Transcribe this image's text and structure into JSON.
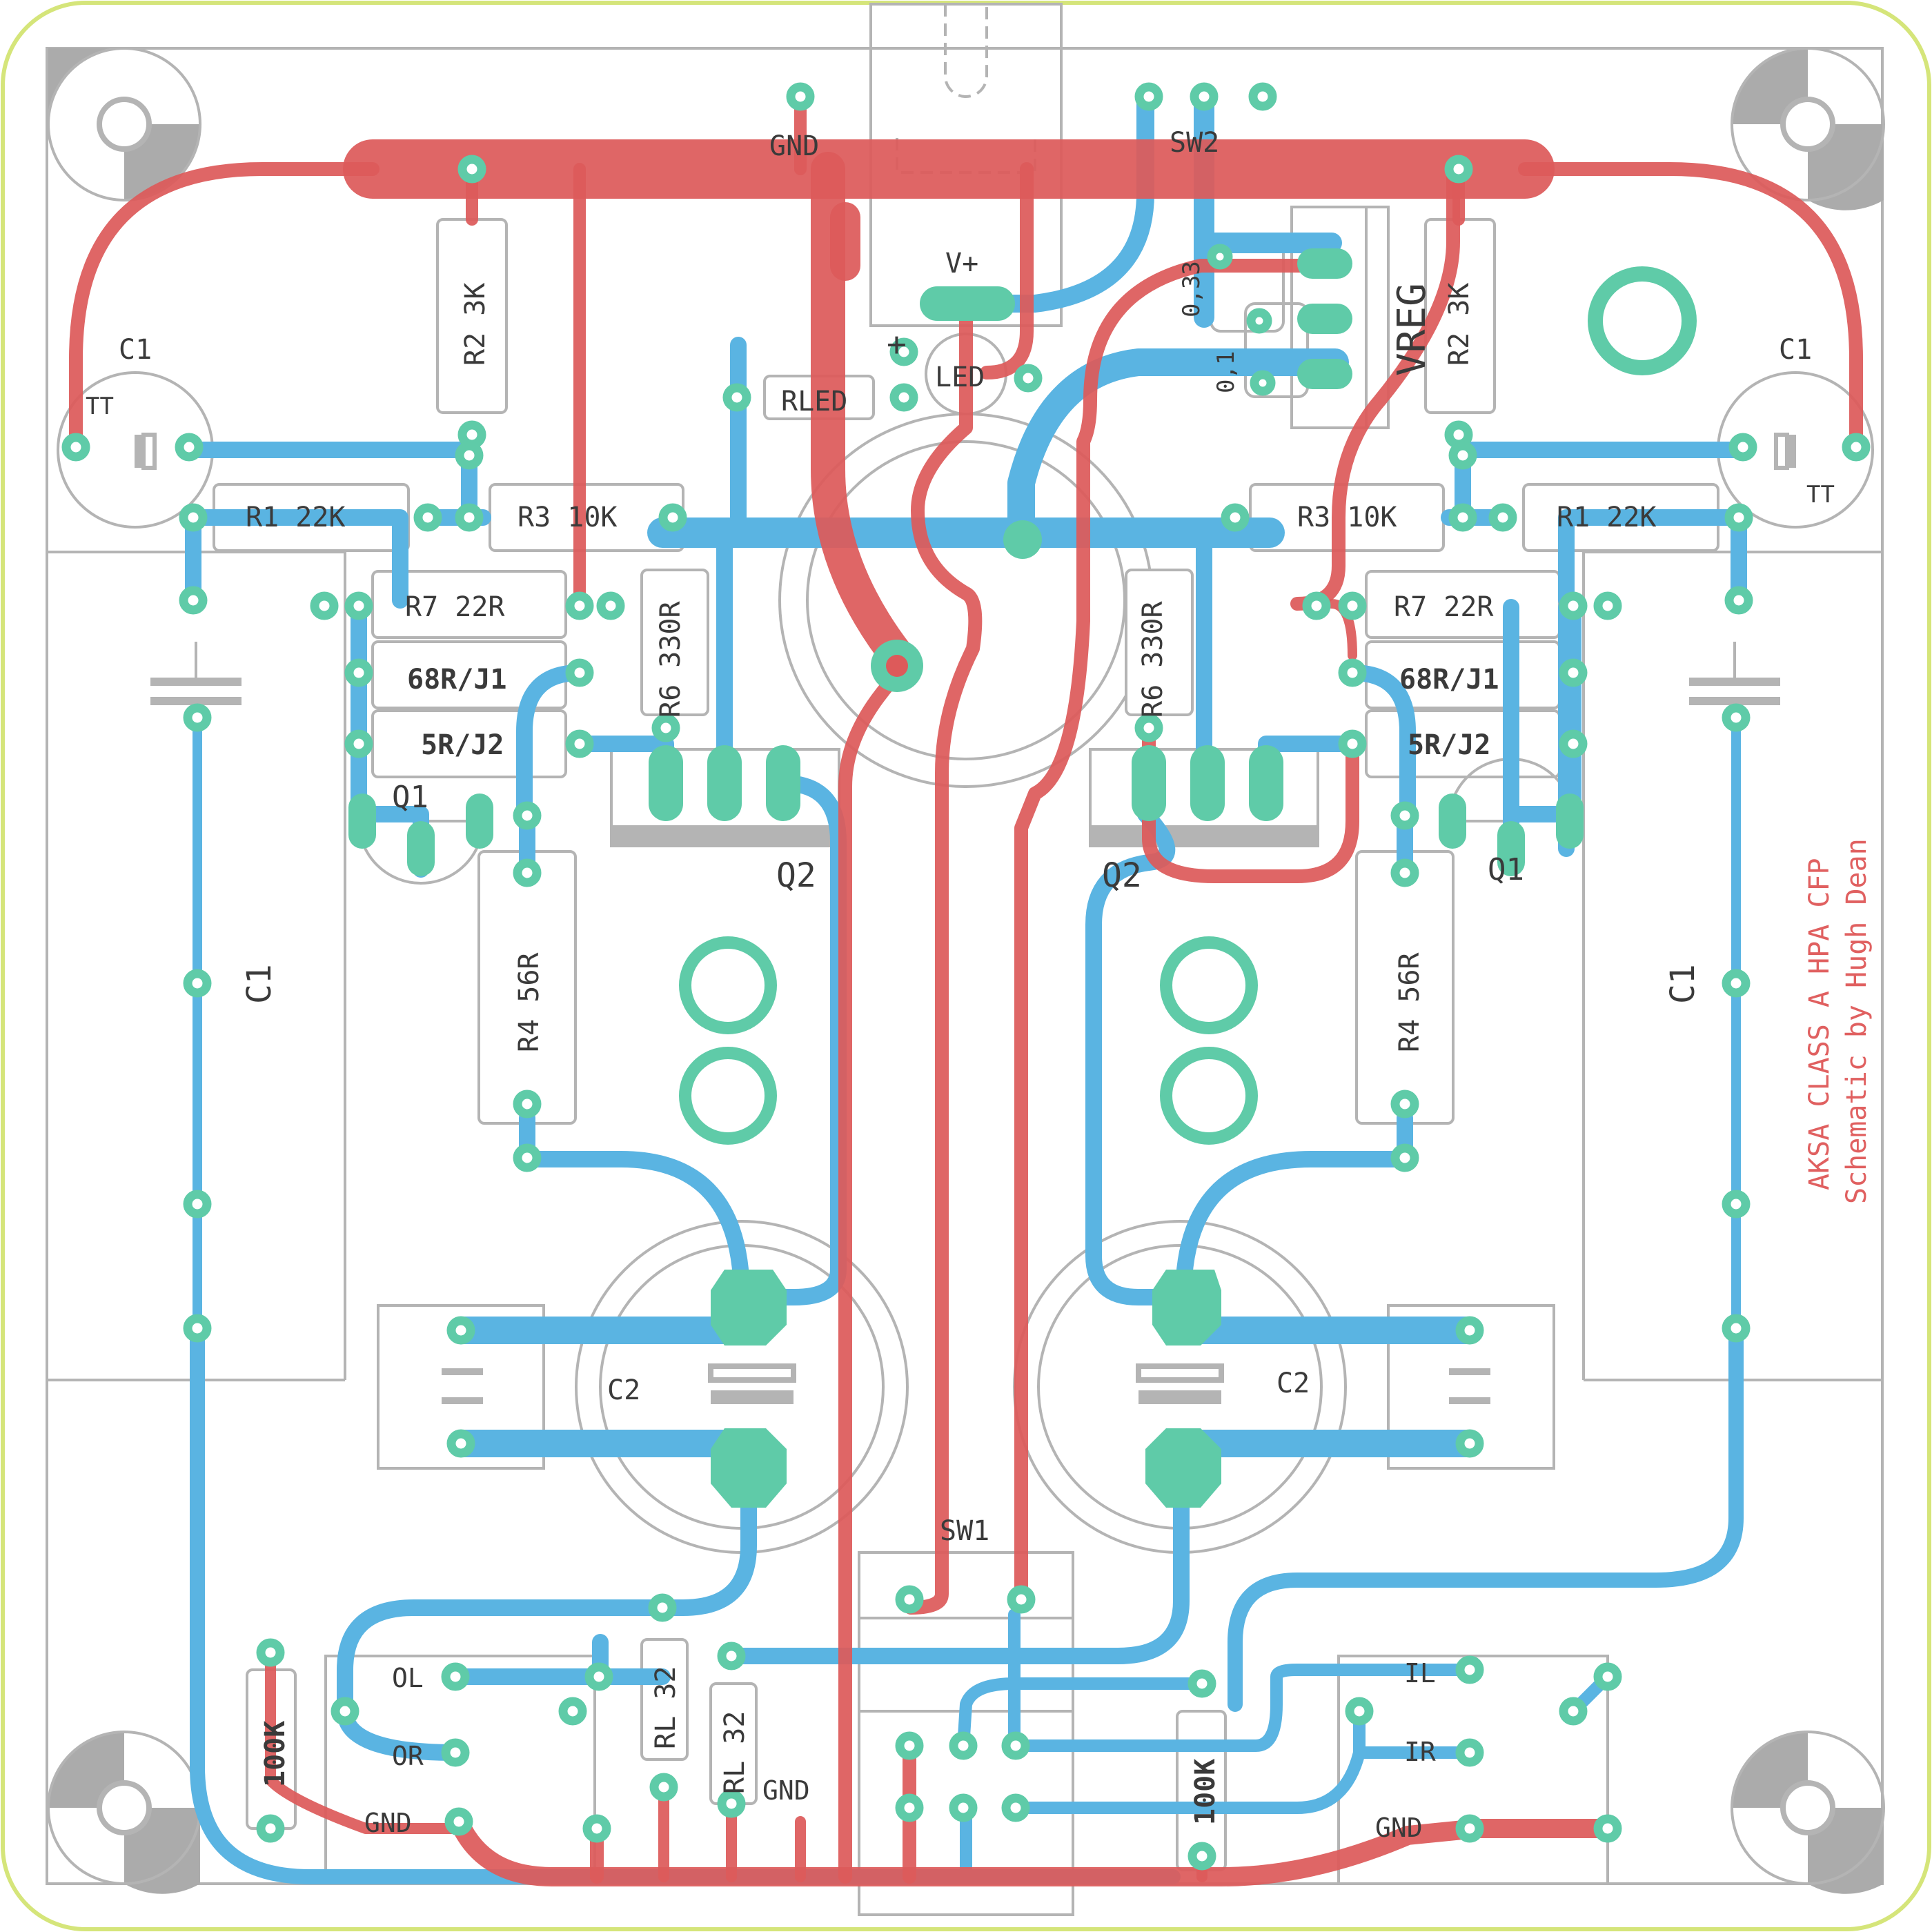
{
  "title": "AKSA CLASS A HPA CFP",
  "subtitle": "Schematic by Hugh Dean",
  "colors": {
    "top_copper": "#dd5a5a",
    "bottom_copper": "#5ab4e2",
    "pads": "#5fcba8",
    "silkscreen": "#b4b4b4",
    "board_outline": "#d5e57a"
  },
  "labels": {
    "gnd_top": "GND",
    "sw2": "SW2",
    "vplus": "V+",
    "led": "LED",
    "led_plus": "+",
    "rled": "RLED",
    "cap033": "0,33",
    "cap01": "0,1",
    "vreg": "VREG",
    "r2_left": "R2 3K",
    "r2_right": "R2 3K",
    "c1_tl": "C1",
    "c1_tr": "C1",
    "c1_ml": "C1",
    "c1_mr": "C1",
    "tt_left": "TT",
    "tt_right": "TT",
    "r1_left": "R1 22K",
    "r1_right": "R1 22K",
    "r3_left": "R3 10K",
    "r3_right": "R3 10K",
    "r7_left": "R7 22R",
    "r7_right": "R7 22R",
    "j1_left": "68R/J1",
    "j1_right": "68R/J1",
    "j2_left": "5R/J2",
    "j2_right": "5R/J2",
    "r6_left": "R6 330R",
    "r6_right": "R6 330R",
    "q1_left": "Q1",
    "q1_right": "Q1",
    "q2_left": "Q2",
    "q2_right": "Q2",
    "r4_left": "R4 56R",
    "r4_right": "R4 56R",
    "c2_left": "C2",
    "c2_right": "C2",
    "sw1": "SW1",
    "ol": "OL",
    "or": "OR",
    "gnd_out": "GND",
    "rl_a": "RL 32",
    "rl_b": "RL 32",
    "gnd_mid": "GND",
    "pot_left": "100K",
    "pot_right": "100K",
    "il": "IL",
    "ir": "IR",
    "gnd_in": "GND"
  }
}
